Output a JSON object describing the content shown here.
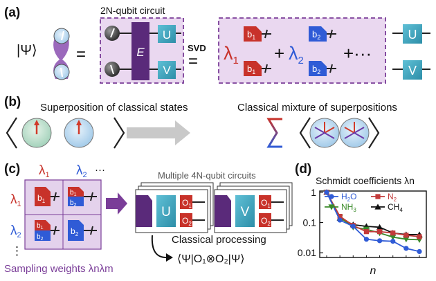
{
  "panels": {
    "a": {
      "label": "(a)",
      "psi": "|Ψ⟩",
      "equals": "=",
      "circuit_title": "2N-qubit circuit",
      "gate_E": "E",
      "svd": "SVD",
      "gate_U": "U",
      "gate_V": "V",
      "lambda1": "λ",
      "lambda1_sub": "1",
      "lambda2": "λ",
      "lambda2_sub": "2",
      "b1": "b",
      "b1_sub": "1",
      "b2": "b",
      "b2_sub": "2",
      "plus": "+",
      "plus_dots": "+···"
    },
    "b": {
      "label": "(b)",
      "left_title": "Superposition of classical states",
      "right_title": "Classical mixture of superpositions"
    },
    "c": {
      "label": "(c)",
      "col_lambda1": "λ",
      "col_lambda1_sub": "1",
      "col_lambda2": "λ",
      "col_lambda2_sub": "2",
      "col_dots": "···",
      "row_lambda1": "λ",
      "row_lambda1_sub": "1",
      "row_lambda2": "λ",
      "row_lambda2_sub": "2",
      "row_dots": "⋮",
      "circuits_title": "Multiple 4N-qubit circuits",
      "gate_U": "U",
      "gate_V": "V",
      "gate_O1": "O",
      "gate_O1_sub": "1",
      "gate_O2": "O",
      "gate_O2_sub": "2",
      "classical_processing": "Classical processing",
      "expectation": "⟨Ψ|O₁⊗O₂|Ψ⟩",
      "sampling_weights": "Sampling weights λnλm"
    },
    "d": {
      "label": "(d)",
      "title": "Schmidt coefficients λn"
    }
  },
  "colors": {
    "purple": "#7a3d98",
    "purple_light": "#e6d5ee",
    "red": "#c8322a",
    "blue": "#2f5bd6",
    "teal": "#3aa3bf",
    "dark": "#262626"
  },
  "chart_data": {
    "type": "line",
    "title": "Schmidt coefficients λn",
    "xlabel": "n",
    "ylabel": "",
    "yscale": "log",
    "ylim": [
      0.007,
      1.1
    ],
    "yticks": [
      1,
      0.1,
      0.01
    ],
    "ytick_labels": [
      "1",
      "0.1",
      "0.01"
    ],
    "x": [
      1,
      2,
      3,
      4,
      5,
      6,
      7,
      8
    ],
    "series": [
      {
        "name": "H2O",
        "label_main": "H",
        "label_sub": "2",
        "label_tail": "O",
        "color": "#2f5bd6",
        "marker": "circle",
        "values": [
          1,
          0.12,
          0.075,
          0.028,
          0.025,
          0.024,
          0.014,
          0.011
        ]
      },
      {
        "name": "N2",
        "label_main": "N",
        "label_sub": "2",
        "label_tail": "",
        "color": "#c23b3b",
        "marker": "square",
        "values": [
          1,
          0.16,
          0.08,
          0.05,
          0.05,
          0.045,
          0.038,
          0.034
        ]
      },
      {
        "name": "NH3",
        "label_main": "NH",
        "label_sub": "3",
        "label_tail": "",
        "color": "#3a8a2a",
        "marker": "triangle-down",
        "values": [
          1,
          0.15,
          0.07,
          0.06,
          0.045,
          0.033,
          0.028,
          0.027
        ]
      },
      {
        "name": "CH4",
        "label_main": "CH",
        "label_sub": "4",
        "label_tail": "",
        "color": "#111111",
        "marker": "triangle-up",
        "values": [
          1,
          0.14,
          0.085,
          0.075,
          0.07,
          0.045,
          0.04,
          0.04
        ]
      }
    ]
  }
}
